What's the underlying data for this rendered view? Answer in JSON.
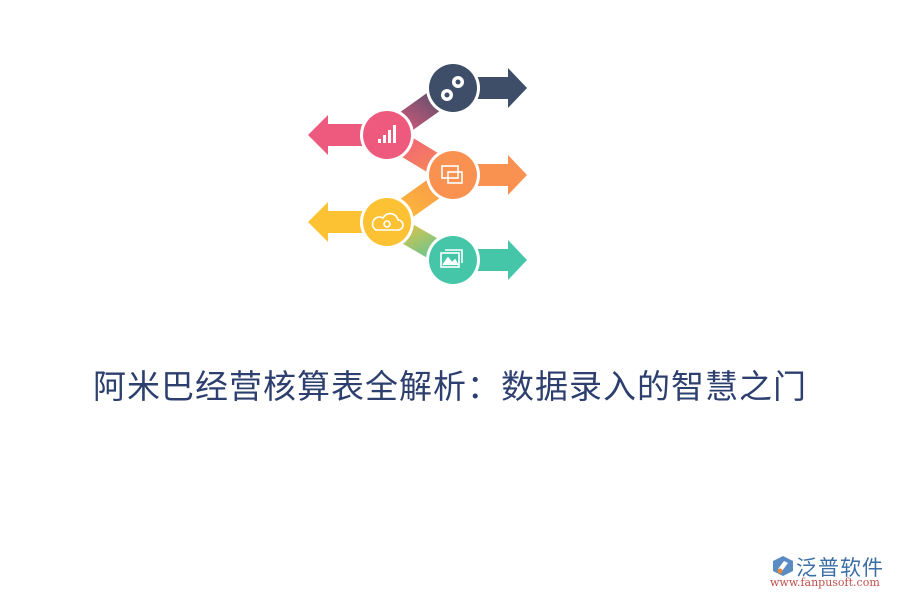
{
  "title": "阿米巴经营核算表全解析：数据录入的智慧之门",
  "infographic": {
    "steps": [
      {
        "icon": "gears-icon",
        "color": "#3f4e68",
        "direction": "right"
      },
      {
        "icon": "signal-bars-icon",
        "color": "#ee5a7e",
        "direction": "left"
      },
      {
        "icon": "screen-cast-icon",
        "color": "#f99150",
        "direction": "right"
      },
      {
        "icon": "cloud-sync-icon",
        "color": "#fdc234",
        "direction": "left"
      },
      {
        "icon": "gallery-icon",
        "color": "#45c6a8",
        "direction": "right"
      }
    ]
  },
  "logo": {
    "name": "泛普软件",
    "url": "www.fanpusoft.com"
  }
}
